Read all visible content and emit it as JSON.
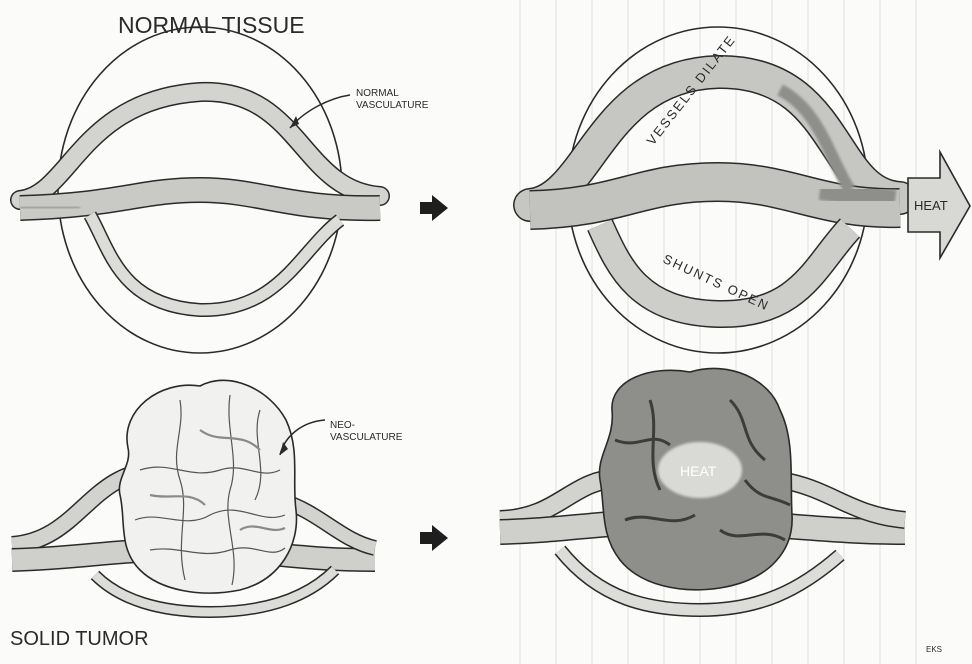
{
  "labels": {
    "normal_tissue": "NORMAL TISSUE",
    "solid_tumor": "SOLID TUMOR",
    "normal_vasculature_line1": "NORMAL",
    "normal_vasculature_line2": "VASCULATURE",
    "neo_vasculature_line1": "NEO-",
    "neo_vasculature_line2": "VASCULATURE",
    "vessels_dilate": "VESSELS DILATE",
    "shunts_open": "SHUNTS OPEN",
    "heat_arrow": "HEAT",
    "heat_tumor": "HEAT",
    "signature": "EKS"
  },
  "icons": {
    "step_arrow": "right-arrow-icon",
    "heat_arrow": "block-arrow-icon"
  },
  "colors": {
    "vessel_fill": "#cfcfcc",
    "vessel_dark": "#9a9a96",
    "tumor_fill": "#8f8f8b",
    "line": "#2a2a2a"
  }
}
